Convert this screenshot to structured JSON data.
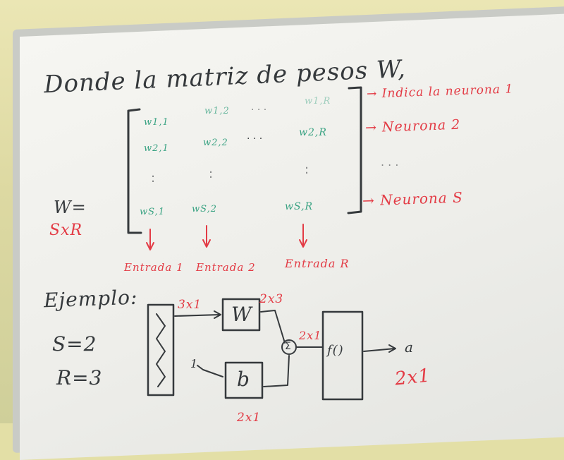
{
  "heading": "Donde la matriz de pesos W,",
  "matrix": {
    "row1": [
      "w1,1",
      "w1,2",
      ". . .",
      "w1,R"
    ],
    "row2": [
      "w2,1",
      "w2,2",
      ". . .",
      "w2,R"
    ],
    "vdots": ":",
    "row3": [
      "wS,1",
      "wS,2",
      "wS,R"
    ]
  },
  "lhs": {
    "symbol": "W=",
    "dims": "SxR"
  },
  "side_notes": {
    "n1": "→ Indica la neurona 1",
    "n2": "→ Neurona 2",
    "dots": ". . .",
    "ns": "→ Neurona S"
  },
  "inputs": [
    "Entrada 1",
    "Entrada 2",
    "Entrada R"
  ],
  "example": {
    "title": "Ejemplo:",
    "s": "S=2",
    "r": "R=3",
    "dim_p": "3x1",
    "dim_w": "2x3",
    "dim_n": "2x1",
    "dim_b": "2x1",
    "dim_a": "2x1",
    "w_label": "W",
    "b_label": "b",
    "f_label": "f()",
    "sum": "Σ",
    "one": "1",
    "out": "a"
  },
  "colors": {
    "black_marker": "#35393c",
    "red_marker": "#e33b45",
    "green_marker": "#3aa383",
    "wall": "#e3dfa6"
  }
}
